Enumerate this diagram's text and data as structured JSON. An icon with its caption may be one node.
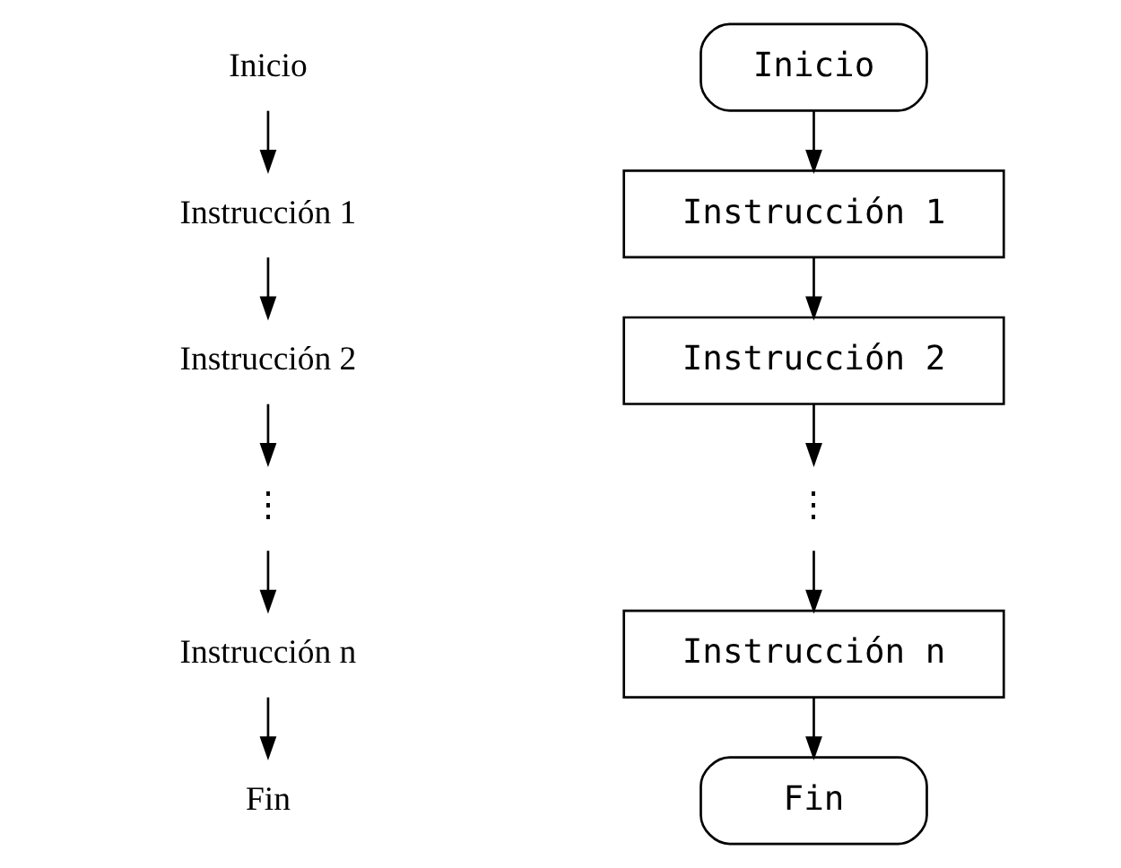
{
  "diagram": {
    "nodes": [
      {
        "text": [
          "Inicio"
        ]
      },
      {
        "text": [
          "Instrucción 1"
        ]
      },
      {
        "text": [
          "Instrucción 2"
        ]
      },
      {
        "text": [
          "⋮"
        ]
      },
      {
        "text": [
          "Instrucción n"
        ]
      },
      {
        "text": [
          "Fin"
        ]
      },
      {
        "text": [
          "Inicio"
        ]
      },
      {
        "text": [
          "Instrucción 1"
        ]
      },
      {
        "text": [
          "Instrucción 2"
        ]
      },
      {
        "text": [
          "⋮"
        ]
      },
      {
        "text": [
          "Instrucción n"
        ]
      },
      {
        "text": [
          "Fin"
        ]
      }
    ],
    "edges": [
      {
        "from": 0,
        "to": 1,
        "arrow": "to"
      },
      {
        "from": 1,
        "to": 2,
        "arrow": "to"
      },
      {
        "from": 2,
        "to": 3,
        "arrow": "to"
      },
      {
        "from": 3,
        "to": 4,
        "arrow": "to"
      },
      {
        "from": 4,
        "to": 5,
        "arrow": "to"
      },
      {
        "from": 6,
        "to": 7,
        "arrow": "to"
      },
      {
        "from": 7,
        "to": 8,
        "arrow": "to"
      },
      {
        "from": 8,
        "to": 9,
        "arrow": "to"
      },
      {
        "from": 9,
        "to": 10,
        "arrow": "to"
      },
      {
        "from": 10,
        "to": 11,
        "arrow": "to"
      }
    ]
  }
}
